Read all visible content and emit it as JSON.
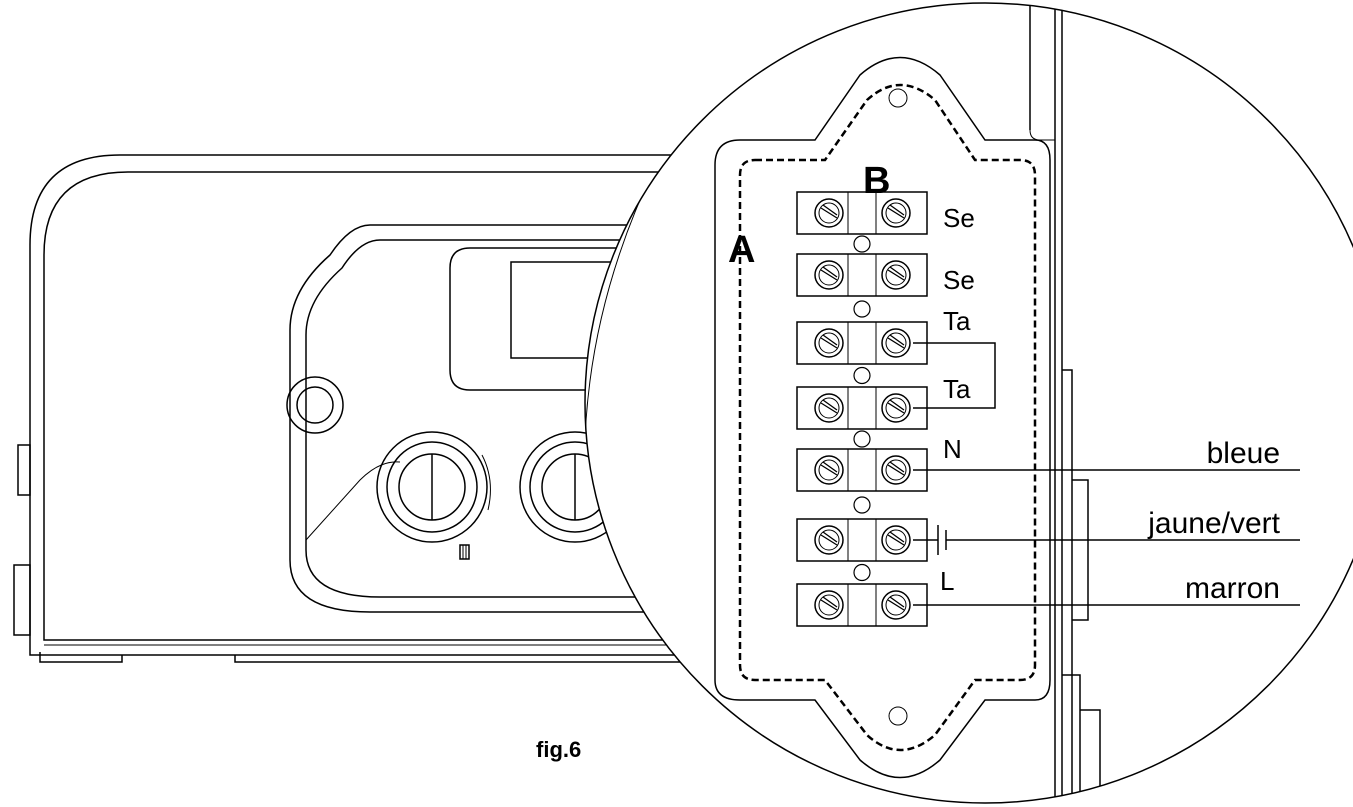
{
  "callouts": {
    "a": "A",
    "b": "B"
  },
  "terminals": [
    "Se",
    "Se",
    "Ta",
    "Ta",
    "N",
    "L"
  ],
  "wires": [
    "bleue",
    "jaune/vert",
    "marron"
  ],
  "caption": "fig.6"
}
